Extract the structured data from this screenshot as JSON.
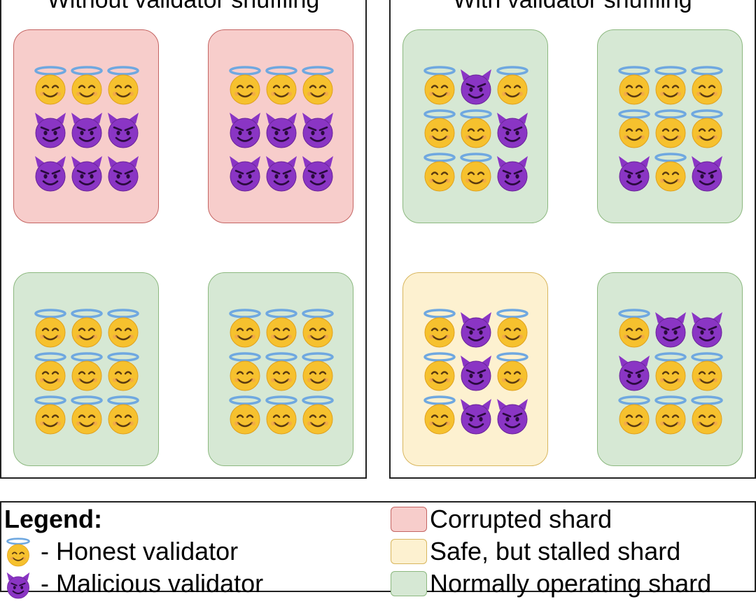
{
  "panels": [
    {
      "title": "Without validator shuffling",
      "shards": [
        {
          "status": "corrupted",
          "validators": [
            "h",
            "h",
            "h",
            "m",
            "m",
            "m",
            "m",
            "m",
            "m"
          ]
        },
        {
          "status": "corrupted",
          "validators": [
            "h",
            "h",
            "h",
            "m",
            "m",
            "m",
            "m",
            "m",
            "m"
          ]
        },
        {
          "status": "normal",
          "validators": [
            "h",
            "h",
            "h",
            "h",
            "h",
            "h",
            "h",
            "h",
            "h"
          ]
        },
        {
          "status": "normal",
          "validators": [
            "h",
            "h",
            "h",
            "h",
            "h",
            "h",
            "h",
            "h",
            "h"
          ]
        }
      ]
    },
    {
      "title": "With validator shuffling",
      "shards": [
        {
          "status": "normal",
          "validators": [
            "h",
            "m",
            "h",
            "h",
            "h",
            "m",
            "h",
            "h",
            "m"
          ]
        },
        {
          "status": "normal",
          "validators": [
            "h",
            "h",
            "h",
            "h",
            "h",
            "h",
            "m",
            "h",
            "m"
          ]
        },
        {
          "status": "stalled",
          "validators": [
            "h",
            "m",
            "h",
            "h",
            "m",
            "h",
            "h",
            "m",
            "m"
          ]
        },
        {
          "status": "normal",
          "validators": [
            "h",
            "m",
            "m",
            "m",
            "h",
            "h",
            "h",
            "h",
            "h"
          ]
        }
      ]
    }
  ],
  "legend": {
    "title": "Legend:",
    "honest": "- Honest validator",
    "malicious": "- Malicious validator",
    "corrupted": "Corrupted shard",
    "stalled": "Safe, but stalled shard",
    "normal": "Normally operating shard"
  },
  "colors": {
    "corrupted_fill": "#f7cdcb",
    "stalled_fill": "#fdf1d0",
    "normal_fill": "#d6e8d4",
    "honest_face": "#f6c12e",
    "malicious_face": "#8a35c4",
    "halo": "#6fa8e0"
  },
  "icons": {
    "honest": "angel-face-icon",
    "malicious": "devil-face-icon"
  }
}
